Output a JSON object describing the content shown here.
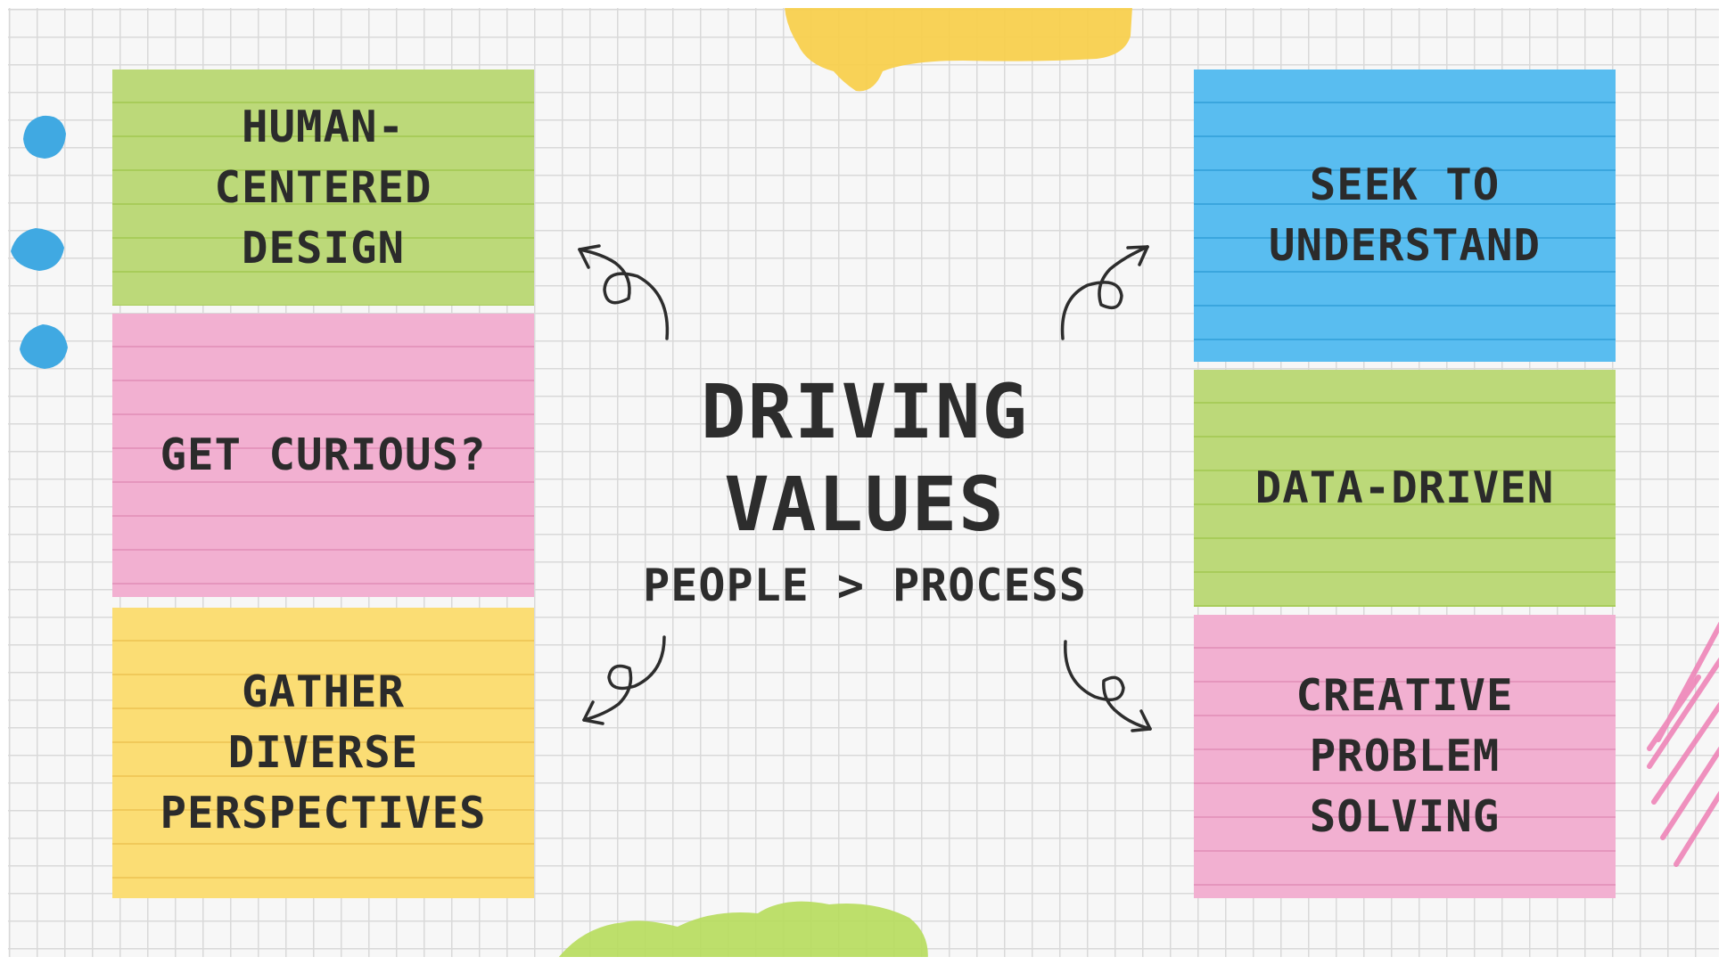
{
  "center": {
    "title_line1": "DRIVING",
    "title_line2": "VALUES",
    "subtitle": "PEOPLE > PROCESS"
  },
  "notes": {
    "human_centered": "HUMAN-\nCENTERED\nDESIGN",
    "get_curious": "GET CURIOUS?",
    "gather_diverse": "GATHER\nDIVERSE\nPERSPECTIVES",
    "seek_understand": "SEEK TO\nUNDERSTAND",
    "data_driven": "DATA-DRIVEN",
    "creative": "CREATIVE\nPROBLEM\nSOLVING"
  },
  "colors": {
    "green": "#bcd979",
    "pink": "#f2b0d1",
    "yellow": "#fbdd74",
    "blue": "#59bdf0",
    "ink": "#2b2b2b",
    "background_grid": "#d9d9d9"
  },
  "icons": [
    "curly-arrow-icon",
    "paint-splotch-icon",
    "scribble-icon"
  ]
}
